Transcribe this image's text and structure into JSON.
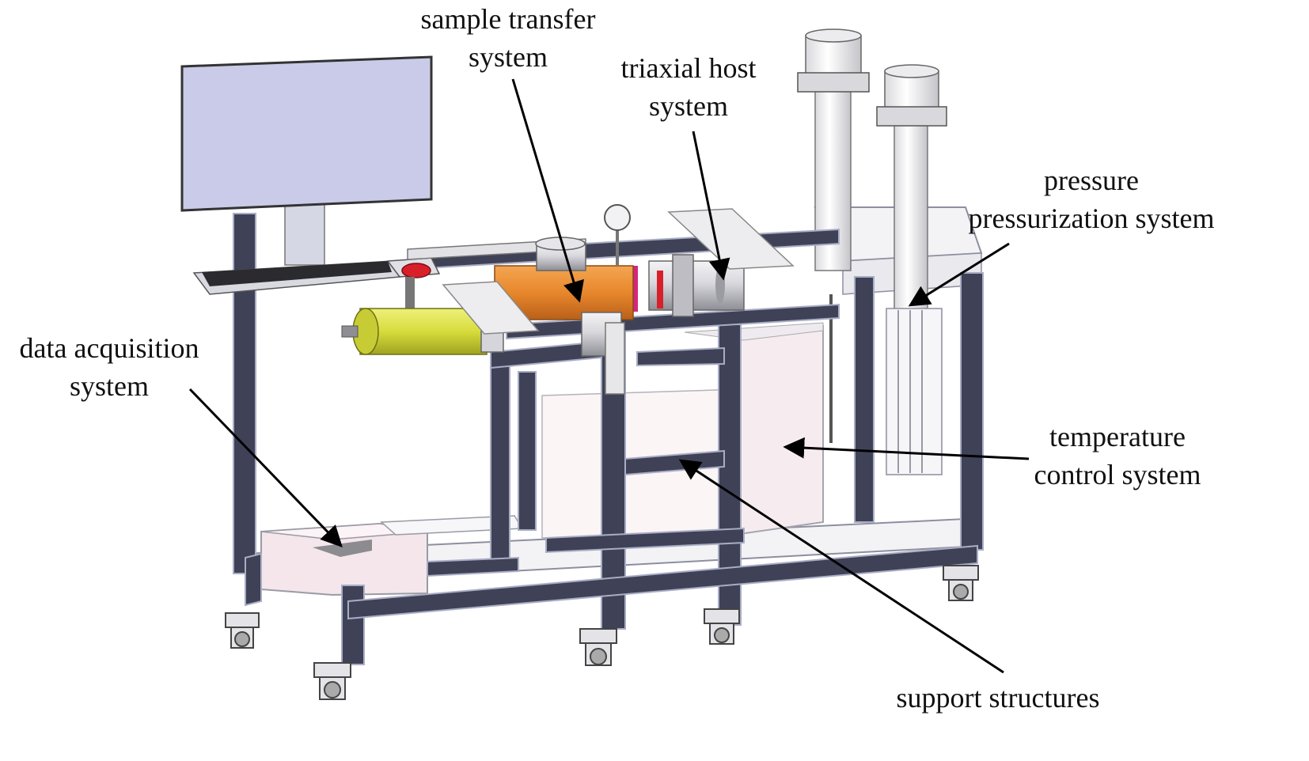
{
  "labels": {
    "sample_transfer": {
      "line1": "sample transfer",
      "line2": "system"
    },
    "triaxial_host": {
      "line1": "triaxial host",
      "line2": "system"
    },
    "pressure": {
      "line1": "pressure",
      "line2": "pressurization system"
    },
    "data_acquisition": {
      "line1": "data acquisition",
      "line2": "system"
    },
    "temperature": {
      "line1": "temperature",
      "line2": "control system"
    },
    "support": {
      "line1": "support structures"
    }
  },
  "colors": {
    "frame": "#3f4257",
    "frame_highlight": "#a9adc4",
    "monitor_screen": "#c9cbe9",
    "orange_cylinder": "#e8872c",
    "yellow_cylinder": "#d7dc3c",
    "magenta_ring": "#d4267c",
    "red_button": "#d8202a",
    "box_fill": "#f6ecef",
    "arrow": "#000000"
  }
}
